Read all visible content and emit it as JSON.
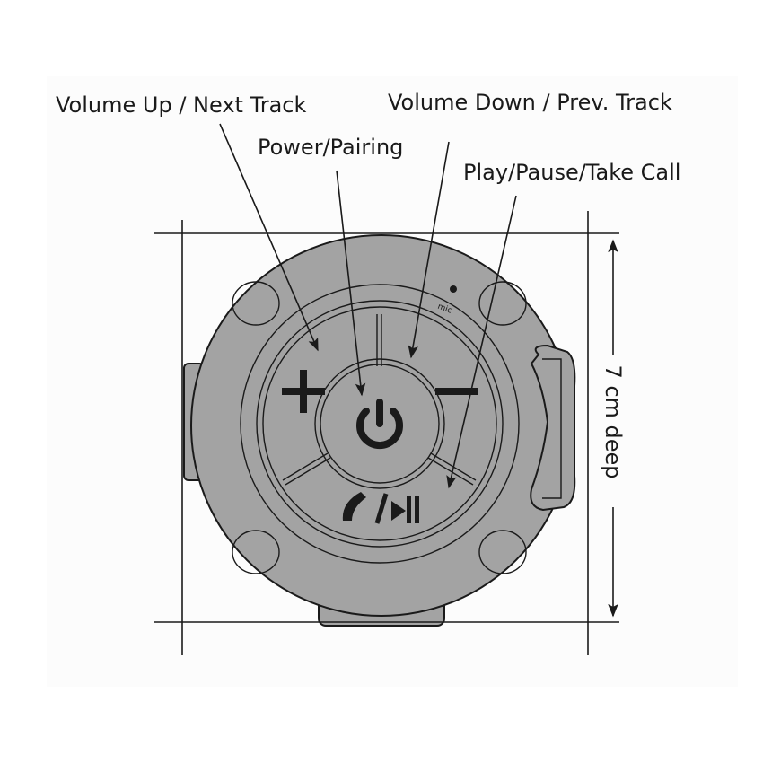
{
  "labels": {
    "volume_up": "Volume Up / Next Track",
    "power": "Power/Pairing",
    "volume_down": "Volume Down / Prev. Track",
    "play_pause": "Play/Pause/Take Call",
    "depth": "7 cm deep",
    "mic": "mic"
  },
  "colors": {
    "device": "#a3a3a3",
    "background": "#fcfcfc",
    "ink": "#1a1a1a"
  },
  "icons": [
    "plus-icon",
    "minus-icon",
    "power-icon",
    "phone-icon",
    "play-pause-icon"
  ]
}
